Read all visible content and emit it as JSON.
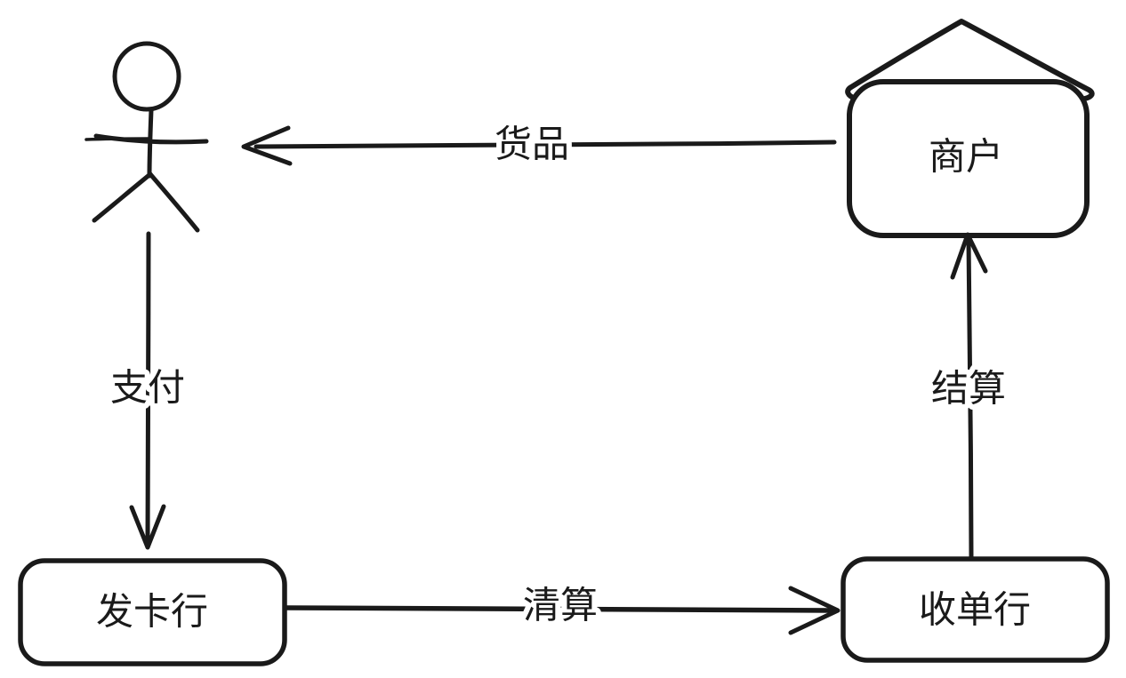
{
  "diagram": {
    "background_color": "#ffffff",
    "stroke_color": "#1a1a1a",
    "style": "hand-drawn",
    "nodes": {
      "customer": {
        "type": "stick-figure-actor",
        "label": ""
      },
      "merchant": {
        "type": "house-box",
        "label": "商户"
      },
      "issuing_bank": {
        "type": "rounded-box",
        "label": "发卡行"
      },
      "acquiring_bank": {
        "type": "rounded-box",
        "label": "收单行"
      }
    },
    "edges": [
      {
        "id": "goods",
        "label": "货品",
        "from": "merchant",
        "to": "customer",
        "direction": "left"
      },
      {
        "id": "payment",
        "label": "支付",
        "from": "customer",
        "to": "issuing_bank",
        "direction": "down"
      },
      {
        "id": "clearing",
        "label": "清算",
        "from": "issuing_bank",
        "to": "acquiring_bank",
        "direction": "right"
      },
      {
        "id": "settlement",
        "label": "结算",
        "from": "acquiring_bank",
        "to": "merchant",
        "direction": "up"
      }
    ]
  }
}
